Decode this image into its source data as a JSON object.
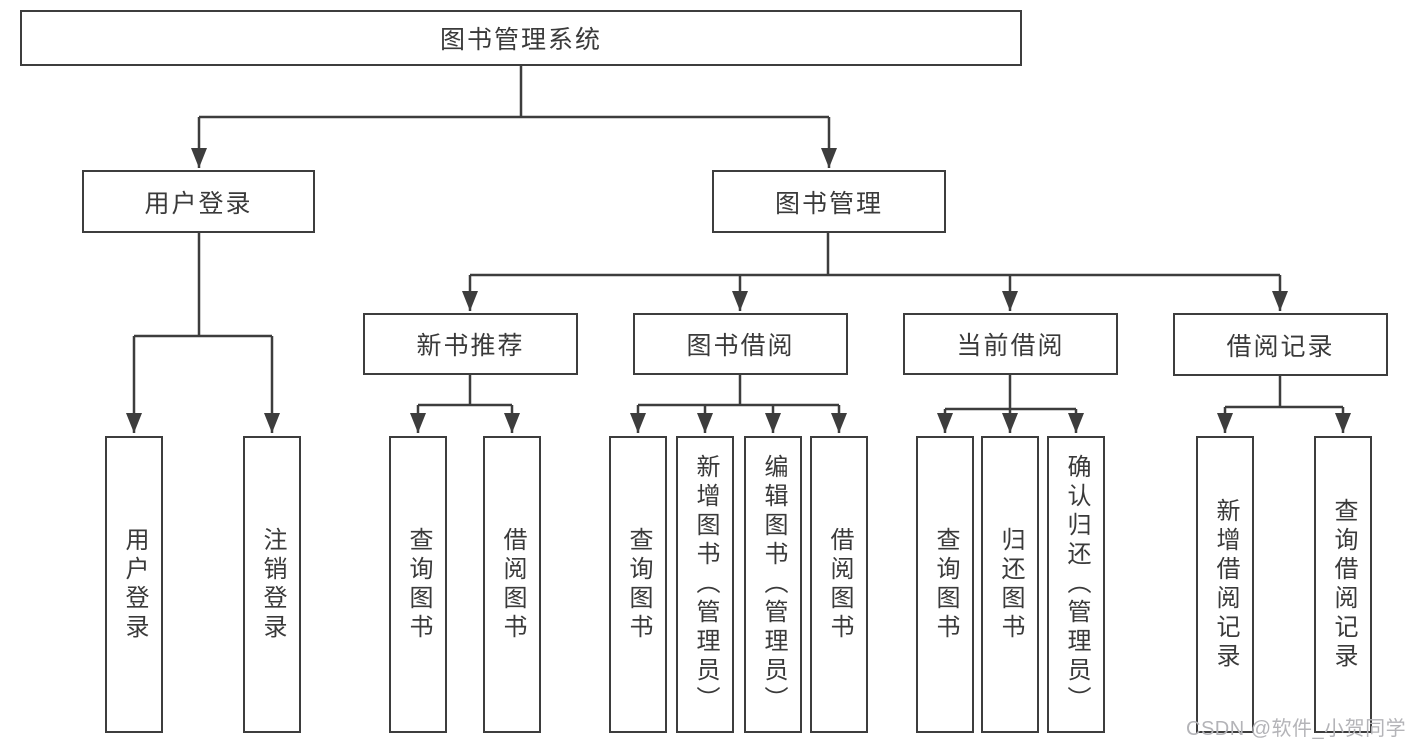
{
  "diagram_title": "图书管理系统",
  "tree": {
    "root": {
      "label": "图书管理系统"
    },
    "branches": [
      {
        "label": "用户登录",
        "children": [
          {
            "label": "用户登录"
          },
          {
            "label": "注销登录"
          }
        ]
      },
      {
        "label": "图书管理",
        "children": [
          {
            "label": "新书推荐",
            "children": [
              {
                "label": "查询图书"
              },
              {
                "label": "借阅图书"
              }
            ]
          },
          {
            "label": "图书借阅",
            "children": [
              {
                "label": "查询图书"
              },
              {
                "label": "新增图书（管理员）"
              },
              {
                "label": "编辑图书（管理员）"
              },
              {
                "label": "借阅图书"
              }
            ]
          },
          {
            "label": "当前借阅",
            "children": [
              {
                "label": "查询图书"
              },
              {
                "label": "归还图书"
              },
              {
                "label": "确认归还（管理员）"
              }
            ]
          },
          {
            "label": "借阅记录",
            "children": [
              {
                "label": "新增借阅记录"
              },
              {
                "label": "查询借阅记录"
              }
            ]
          }
        ]
      }
    ]
  },
  "watermark": {
    "text": "CSDN @软件_小贺同学"
  },
  "colors": {
    "line": "#3d3d3d",
    "text": "#3a3a3a",
    "background": "#ffffff",
    "watermark": "#b4b4b8"
  }
}
